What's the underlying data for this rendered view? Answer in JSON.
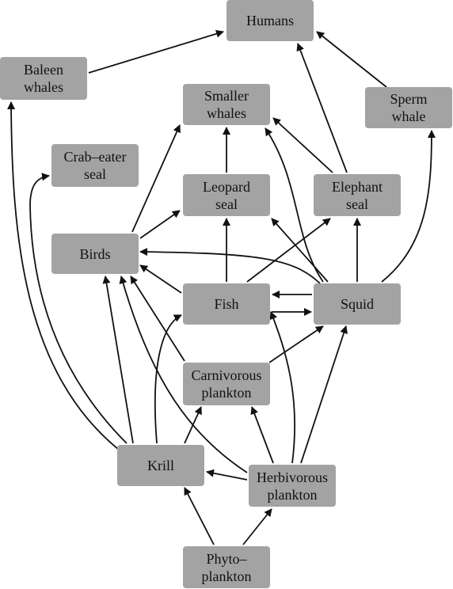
{
  "diagram": {
    "nodes": {
      "humans": [
        "Humans"
      ],
      "baleen_whales": [
        "Baleen",
        "whales"
      ],
      "smaller_whales": [
        "Smaller",
        "whales"
      ],
      "sperm_whale": [
        "Sperm",
        "whale"
      ],
      "crab_eater_seal": [
        "Crab–eater",
        "seal"
      ],
      "leopard_seal": [
        "Leopard",
        "seal"
      ],
      "elephant_seal": [
        "Elephant",
        "seal"
      ],
      "birds": [
        "Birds"
      ],
      "fish": [
        "Fish"
      ],
      "squid": [
        "Squid"
      ],
      "carnivorous_plankton": [
        "Carnivorous",
        "plankton"
      ],
      "krill": [
        "Krill"
      ],
      "herbivorous_plankton": [
        "Herbivorous",
        "plankton"
      ],
      "phytoplankton": [
        "Phyto–",
        "plankton"
      ]
    },
    "edges": [
      [
        "baleen_whales",
        "humans"
      ],
      [
        "sperm_whale",
        "humans"
      ],
      [
        "elephant_seal",
        "humans"
      ],
      [
        "leopard_seal",
        "smaller_whales"
      ],
      [
        "elephant_seal",
        "smaller_whales"
      ],
      [
        "birds",
        "smaller_whales"
      ],
      [
        "squid",
        "smaller_whales"
      ],
      [
        "squid",
        "sperm_whale"
      ],
      [
        "fish",
        "leopard_seal"
      ],
      [
        "birds",
        "leopard_seal"
      ],
      [
        "squid",
        "leopard_seal"
      ],
      [
        "fish",
        "elephant_seal"
      ],
      [
        "squid",
        "elephant_seal"
      ],
      [
        "fish",
        "birds"
      ],
      [
        "squid",
        "birds"
      ],
      [
        "krill",
        "birds"
      ],
      [
        "carnivorous_plankton",
        "birds"
      ],
      [
        "herbivorous_plankton",
        "birds"
      ],
      [
        "squid",
        "fish"
      ],
      [
        "fish",
        "squid"
      ],
      [
        "carnivorous_plankton",
        "squid"
      ],
      [
        "herbivorous_plankton",
        "squid"
      ],
      [
        "herbivorous_plankton",
        "fish"
      ],
      [
        "krill",
        "fish"
      ],
      [
        "krill",
        "carnivorous_plankton"
      ],
      [
        "herbivorous_plankton",
        "carnivorous_plankton"
      ],
      [
        "herbivorous_plankton",
        "krill"
      ],
      [
        "phytoplankton",
        "krill"
      ],
      [
        "phytoplankton",
        "herbivorous_plankton"
      ],
      [
        "krill",
        "baleen_whales"
      ],
      [
        "krill",
        "crab_eater_seal"
      ]
    ],
    "colors": {
      "node_fill": "#a3a3a3",
      "edge": "#111111",
      "text": "#111111"
    }
  }
}
